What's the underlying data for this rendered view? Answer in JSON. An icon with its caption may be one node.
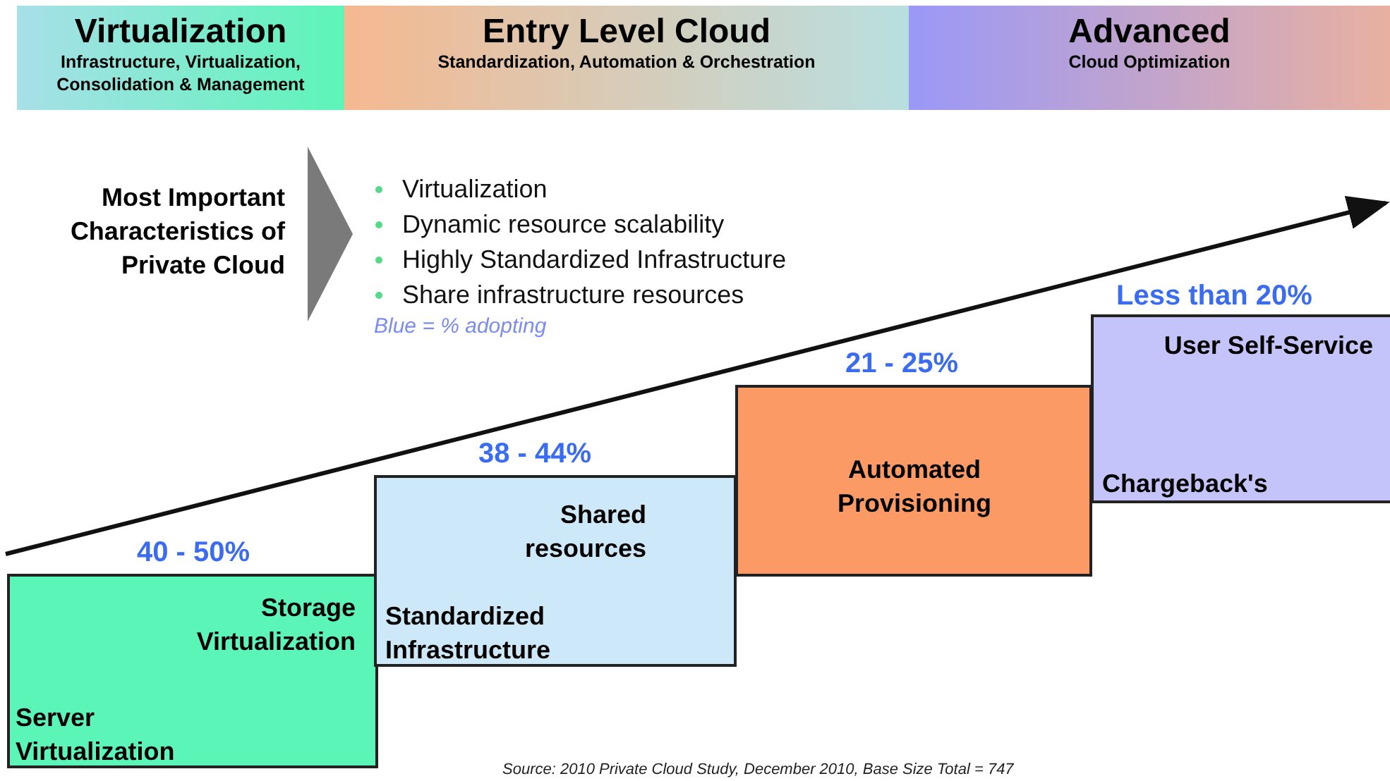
{
  "diagram": {
    "caption": "Source: 2010 Private Cloud Study, December 2010, Base Size Total = 747",
    "nodes": [
      {
        "text": [
          "Virtualization",
          "Infrastructure, Virtualization, Consolidation & Management"
        ]
      },
      {
        "text": [
          "Entry Level Cloud",
          "Standardization, Automation & Orchestration"
        ]
      },
      {
        "text": [
          "Advanced",
          "Cloud Optimization"
        ]
      },
      {
        "text": [
          "Storage Virtualization",
          "Server Virtualization"
        ],
        "beside": [
          "40 - 50%"
        ]
      },
      {
        "text": [
          "Shared resources",
          "Standardized Infrastructure"
        ],
        "beside": [
          "38 - 44%"
        ]
      },
      {
        "text": [
          "Automated Provisioning"
        ],
        "beside": [
          "21 - 25%"
        ]
      },
      {
        "text": [
          "User Self-Service",
          "Chargeback's"
        ],
        "beside": [
          "Less than 20%"
        ]
      }
    ],
    "edges": [],
    "labels": [
      "Most Important Characteristics of Private Cloud",
      "Virtualization",
      "Dynamic resource scalability",
      "Highly Standardized Infrastructure",
      "Share infrastructure resources",
      "Blue = % adopting"
    ]
  }
}
